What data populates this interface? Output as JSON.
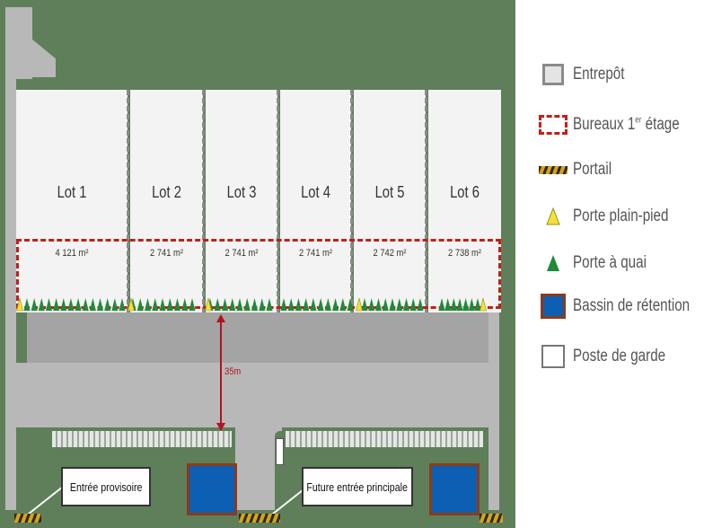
{
  "lots": [
    {
      "name": "Lot 1",
      "area": "4 121 m²"
    },
    {
      "name": "Lot 2",
      "area": "2 741 m²"
    },
    {
      "name": "Lot 3",
      "area": "2 741 m²"
    },
    {
      "name": "Lot 4",
      "area": "2 741 m²"
    },
    {
      "name": "Lot 5",
      "area": "2 742 m²"
    },
    {
      "name": "Lot 6",
      "area": "2 738 m²"
    }
  ],
  "distance_label": "35m",
  "entrances": {
    "temporary": "Entrée provisoire",
    "future_main": "Future entrée principale"
  },
  "legend": [
    {
      "icon": "warehouse-swatch",
      "label": "Entrepôt"
    },
    {
      "icon": "office-dashed-swatch",
      "label": "Bureaux 1",
      "sup": "er",
      "label_suffix": " étage"
    },
    {
      "icon": "gate-hatch-swatch",
      "label": "Portail"
    },
    {
      "icon": "yellow-triangle-icon",
      "label": "Porte plain-pied"
    },
    {
      "icon": "green-triangle-icon",
      "label": "Porte à quai"
    },
    {
      "icon": "retention-basin-swatch",
      "label": "Bassin de rétention"
    },
    {
      "icon": "guard-post-swatch",
      "label": "Poste de garde"
    }
  ],
  "colors": {
    "site_green": "#5f7f5a",
    "warehouse": "#f3f3f3",
    "road": "#b8b8b8",
    "office_dashed": "#c0201a",
    "basin": "#0d5fb3",
    "dock_green": "#1f8a3a",
    "door_yellow": "#f1e23a"
  }
}
